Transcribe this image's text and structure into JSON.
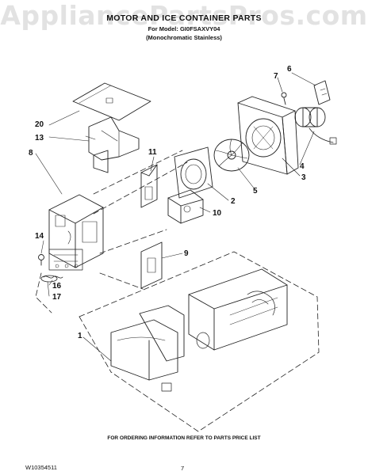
{
  "header": {
    "watermark": "AppliancePartsPros.com",
    "title": "MOTOR AND ICE CONTAINER PARTS",
    "model_line": "For Model: GI0FSAXVY04",
    "finish_line": "(Monochromatic Stainless)"
  },
  "callouts": [
    "1",
    "2",
    "3",
    "4",
    "5",
    "6",
    "7",
    "8",
    "9",
    "10",
    "11",
    "13",
    "14",
    "16",
    "17",
    "20"
  ],
  "footer": {
    "note": "FOR ORDERING INFORMATION REFER TO PARTS PRICE LIST",
    "doc_number": "W10354511",
    "page_number": "7"
  }
}
